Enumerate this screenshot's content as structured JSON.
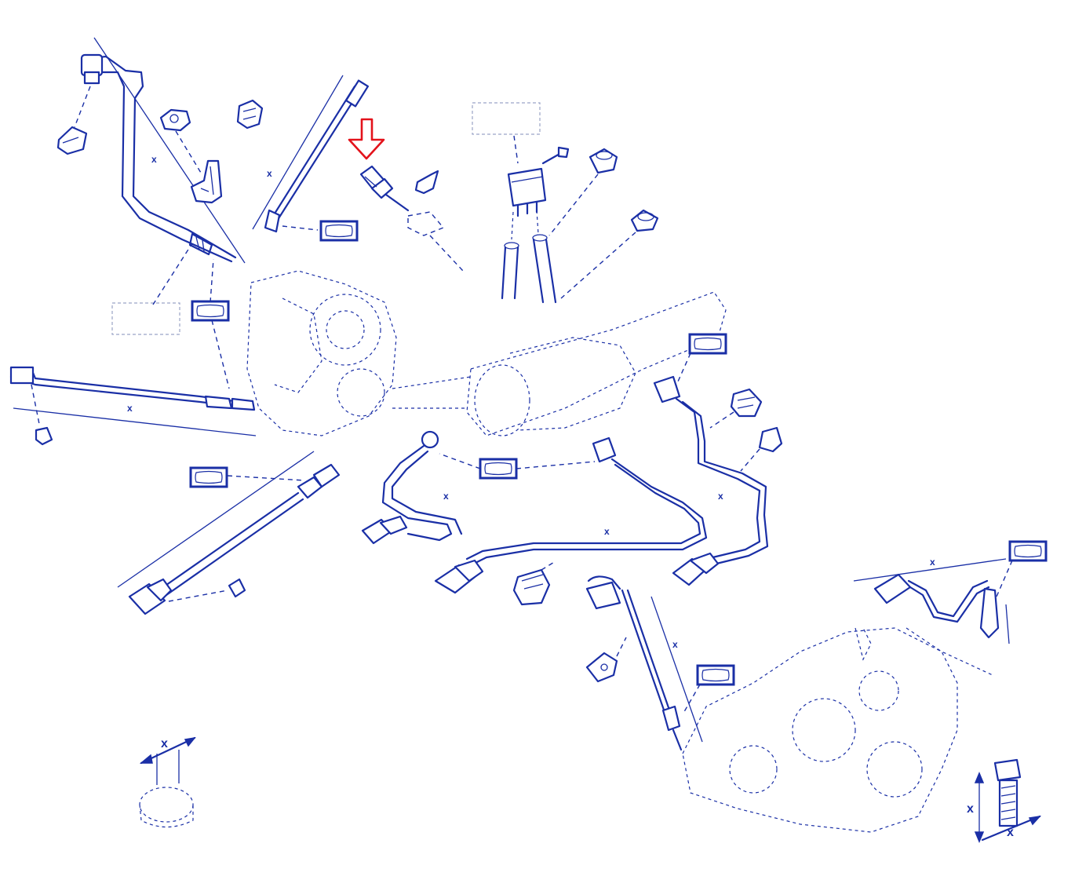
{
  "diagram": {
    "dimension_labels": {
      "d1": "x",
      "d2": "x",
      "d3": "x",
      "d4": "x",
      "d5": "x",
      "d6": "x",
      "d7": "x",
      "d8": "x",
      "d9": "x",
      "d10": "x",
      "d11": "x",
      "d12": "x"
    },
    "colors": {
      "line": "#1a2fa6",
      "callout": "#e3121b",
      "placeholder": "#9aa3c6",
      "background": "#ffffff"
    },
    "callout_icon": "down-arrow-icon"
  }
}
